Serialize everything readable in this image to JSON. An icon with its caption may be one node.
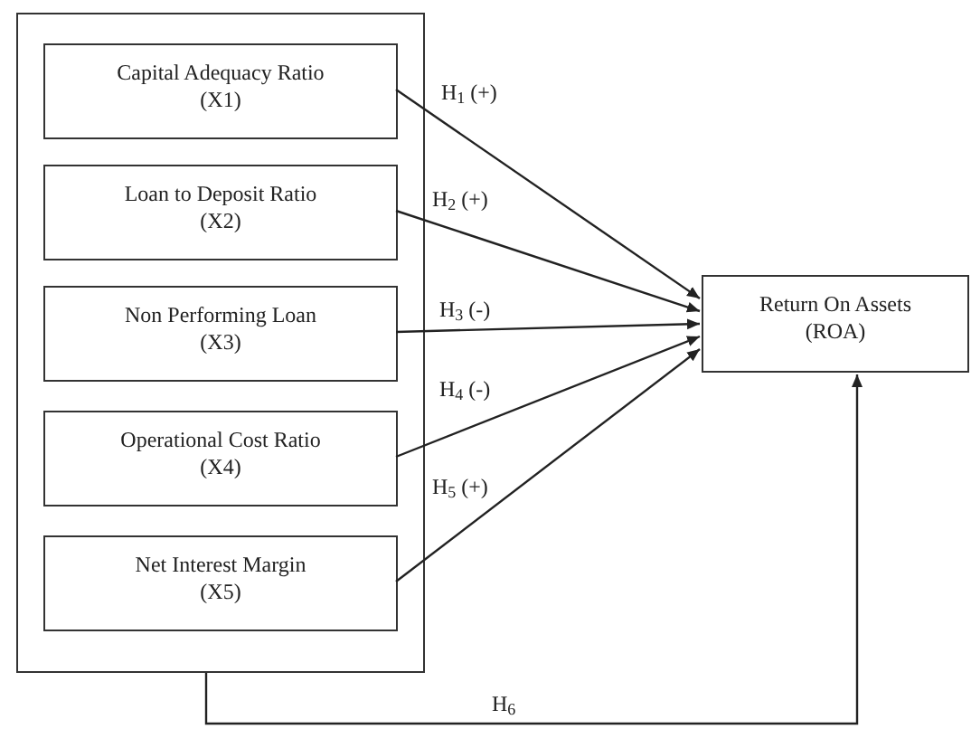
{
  "diagram": {
    "nodes": [
      {
        "text": [],
        "shape": "box"
      },
      {
        "text": [
          "Capital Adequacy Ratio",
          "(X1)"
        ],
        "in": 0
      },
      {
        "text": [
          "Loan to Deposit Ratio",
          "(X2)"
        ],
        "in": 0
      },
      {
        "text": [
          "Non Performing Loan",
          "(X3)"
        ],
        "in": 0
      },
      {
        "text": [
          "Operational Cost Ratio",
          "(X4)"
        ],
        "in": 0
      },
      {
        "text": [
          "Net Interest Margin",
          "(X5)"
        ],
        "in": 0
      },
      {
        "text": [
          "Return On Assets",
          "(ROA)"
        ]
      }
    ],
    "edges": [
      {
        "from": 1,
        "to": 6,
        "arrow": "to",
        "label": "H$_{1}$ (+)"
      },
      {
        "from": 2,
        "to": 6,
        "arrow": "to",
        "label": "H$_{2}$ (+)"
      },
      {
        "from": 3,
        "to": 6,
        "arrow": "to",
        "label": "H$_{3}$ (-)"
      },
      {
        "from": 4,
        "to": 6,
        "arrow": "to",
        "label": "H$_{4}$ (-)"
      },
      {
        "from": 5,
        "to": 6,
        "arrow": "to",
        "label": "H$_{5}$ (+)"
      },
      {
        "from": 0,
        "to": 6,
        "arrow": "to",
        "label": "H$_{6}$"
      }
    ]
  }
}
